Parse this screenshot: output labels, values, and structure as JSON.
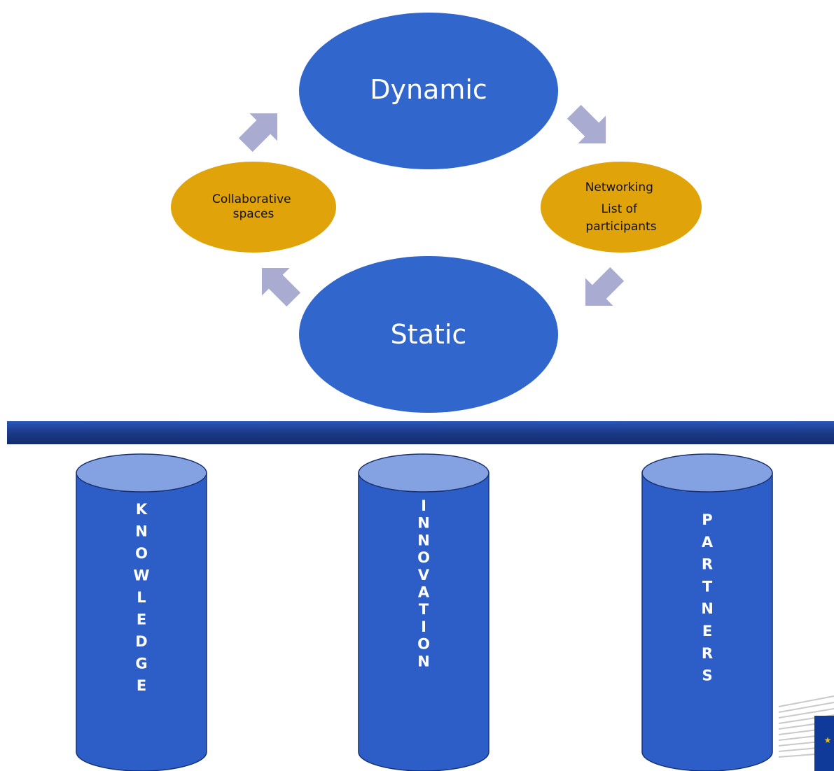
{
  "diagram": {
    "cycle": {
      "dynamic": "Dynamic",
      "static": "Static",
      "collaborative": [
        "Collaborative",
        "spaces"
      ],
      "networking": [
        "Networking",
        "List of",
        "participants"
      ]
    },
    "pillars": [
      "KNOWLEDGE",
      "INNOVATION",
      "PARTNERS"
    ]
  },
  "colors": {
    "primary_blue": "#3166cd",
    "gold": "#e0a30a",
    "arrow": "#a9abd1",
    "band": "#1b3a87",
    "cylinder_top": "#84a2e2",
    "cylinder_body": "#2d5ec8"
  },
  "logo": {
    "icon": "eu-flag-icon"
  }
}
